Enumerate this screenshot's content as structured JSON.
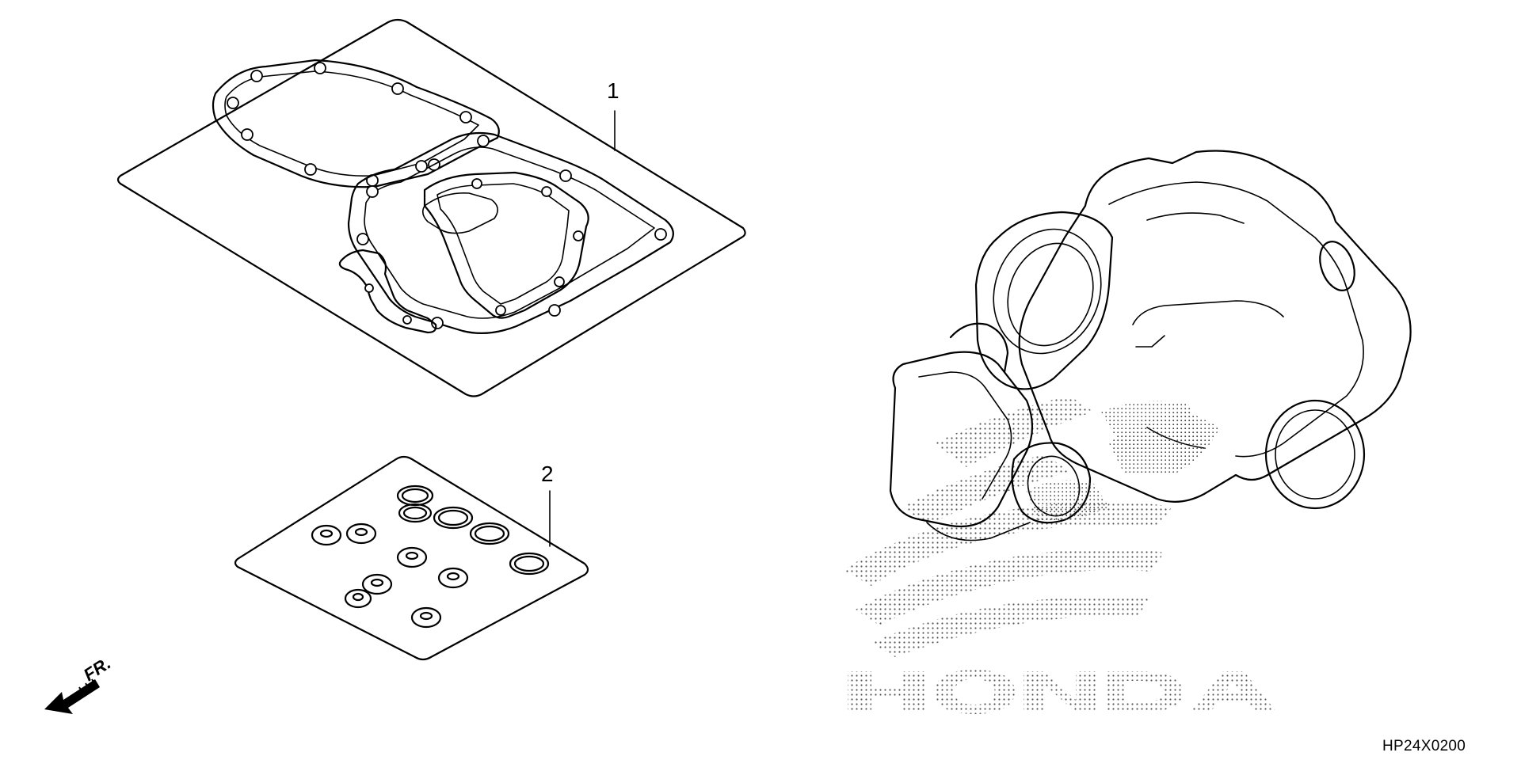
{
  "parts": [
    {
      "ref": "1",
      "item": "gasket-kit-a"
    },
    {
      "ref": "2",
      "item": "o-ring-seal-kit"
    }
  ],
  "direction": {
    "label": "FR.",
    "icon": "front-arrow-icon"
  },
  "logo": {
    "text": "HONDA",
    "icon": "honda-wing-logo"
  },
  "reference_code": "HP24X0200",
  "colors": {
    "ink": "#000000",
    "paper": "#ffffff",
    "stipple": "#555555"
  }
}
